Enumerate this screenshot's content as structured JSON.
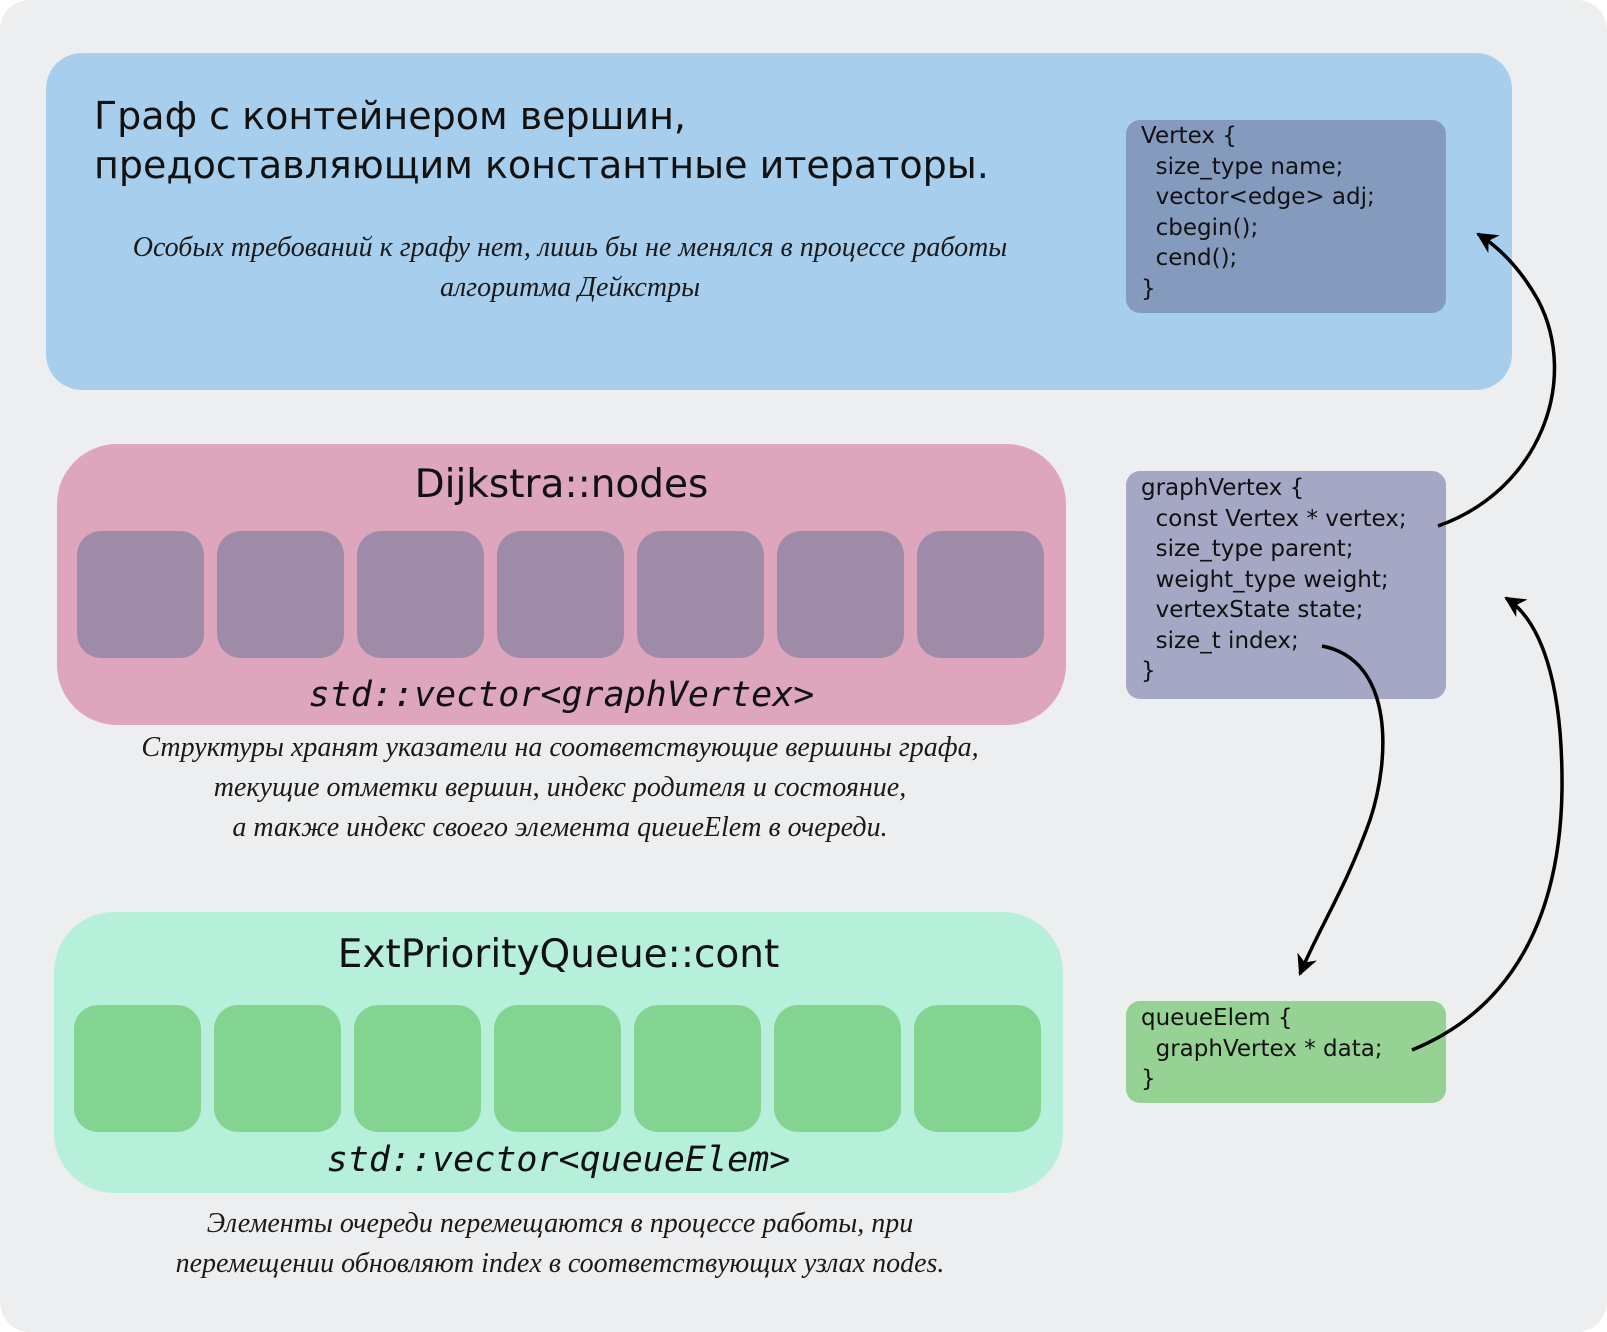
{
  "graph": {
    "title": "Граф с контейнером вершин,\nпредоставляющим константные итераторы.",
    "note": "Особых требований к графу нет, лишь бы не менялся в процессе работы\nалгоритма Дейкстры"
  },
  "nodes": {
    "title": "Dijkstra::nodes",
    "type": "std::vector<graphVertex>",
    "cell_count": 7,
    "note": "Структуры хранят указатели на соответствующие вершины графа,\nтекущие отметки вершин, индекс родителя и состояние,\nа также индекс своего элемента queueElem в очереди."
  },
  "queue": {
    "title": "ExtPriorityQueue::cont",
    "type": "std::vector<queueElem>",
    "cell_count": 7,
    "note": "Элементы очереди перемещаются в процессе работы, при\nперемещении обновляют index в соответствующих узлах nodes."
  },
  "code": {
    "vertex": "Vertex {\n  size_type name;\n  vector<edge> adj;\n  cbegin();\n  cend();\n}",
    "graph_vertex": "graphVertex {\n  const Vertex * vertex;\n  size_type parent;\n  weight_type weight;\n  vertexState state;\n  size_t index;\n}",
    "queue_elem": "queueElem {\n  graphVertex * data;\n}"
  },
  "colors": {
    "background": "#edeef0",
    "graph_panel": "#a7ceec",
    "nodes_panel": "#dea6bd",
    "nodes_cell": "#9d8ba8",
    "queue_panel": "#b6f0da",
    "queue_cell": "#84d491",
    "vertex_box": "#849bbe",
    "graph_vertex_box": "#a4a8c4",
    "queue_elem_box": "#95d293",
    "arrow": "#000000"
  }
}
